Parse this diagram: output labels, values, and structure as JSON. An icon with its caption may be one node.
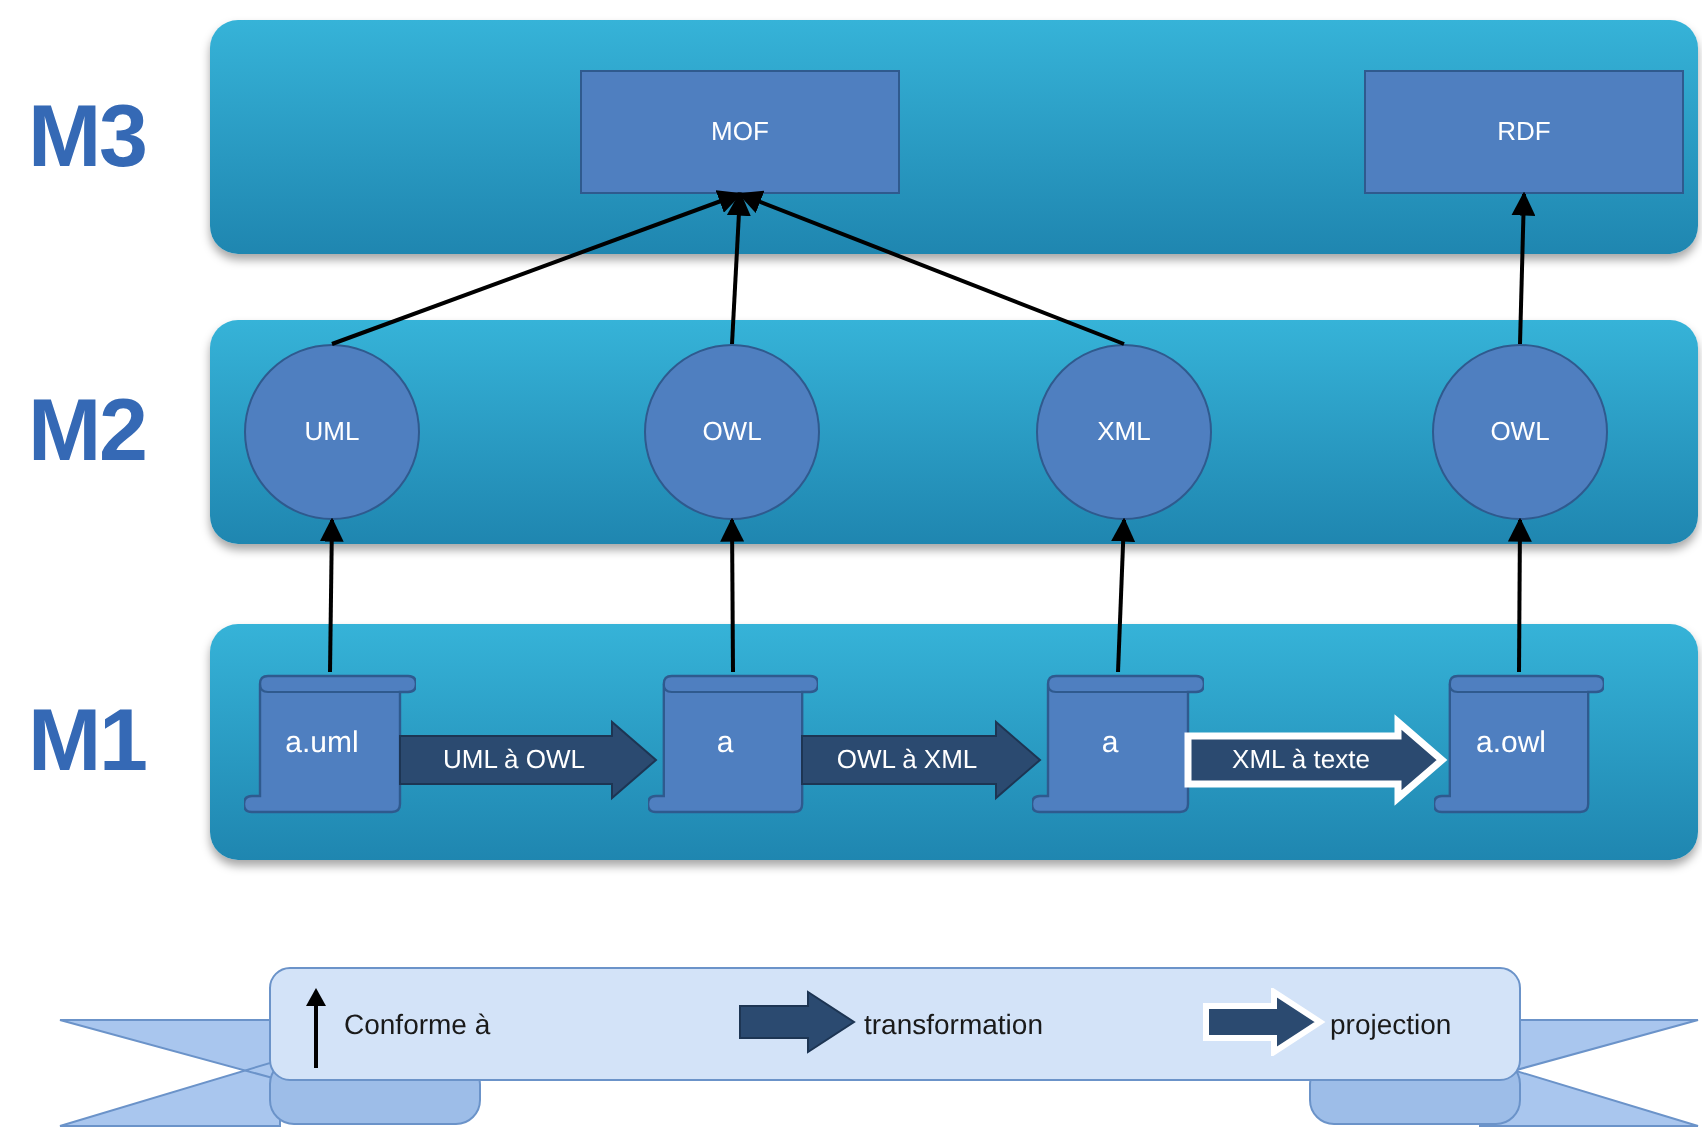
{
  "diagram": {
    "nodes": [
      {
        "text": [
          "M3"
        ]
      },
      {
        "text": [
          "MOF"
        ],
        "in": 0
      },
      {
        "text": [
          "RDF"
        ],
        "in": 0
      },
      {
        "text": [
          "M2"
        ]
      },
      {
        "text": [
          "UML"
        ],
        "in": 3
      },
      {
        "text": [
          "OWL"
        ],
        "in": 3
      },
      {
        "text": [
          "XML"
        ],
        "in": 3
      },
      {
        "text": [
          "OWL"
        ],
        "in": 3
      },
      {
        "text": [
          "M1"
        ]
      },
      {
        "text": [
          "a.uml"
        ],
        "in": 8
      },
      {
        "text": [
          "a"
        ],
        "in": 8
      },
      {
        "text": [
          "a"
        ],
        "in": 8
      },
      {
        "text": [
          "a.owl"
        ],
        "in": 8
      }
    ],
    "edges": [
      {
        "from": 4,
        "to": 1,
        "arrow": "to"
      },
      {
        "from": 5,
        "to": 1,
        "arrow": "to"
      },
      {
        "from": 6,
        "to": 1,
        "arrow": "to"
      },
      {
        "from": 7,
        "to": 2,
        "arrow": "to"
      },
      {
        "from": 9,
        "to": 4,
        "arrow": "to"
      },
      {
        "from": 10,
        "to": 5,
        "arrow": "to"
      },
      {
        "from": 11,
        "to": 6,
        "arrow": "to"
      },
      {
        "from": 12,
        "to": 7,
        "arrow": "to"
      },
      {
        "from": 9,
        "to": 10,
        "arrow": "to",
        "label": "UML à OWL",
        "style": "thick"
      },
      {
        "from": 10,
        "to": 11,
        "arrow": "to",
        "label": "OWL à XML",
        "style": "thick"
      },
      {
        "from": 11,
        "to": 12,
        "arrow": "to",
        "label": "XML à texte",
        "style": "thick",
        "color": "#ffffff"
      }
    ],
    "legend": [
      {
        "text": "Conforme à"
      },
      {
        "text": "transformation"
      },
      {
        "text": "projection"
      }
    ]
  }
}
